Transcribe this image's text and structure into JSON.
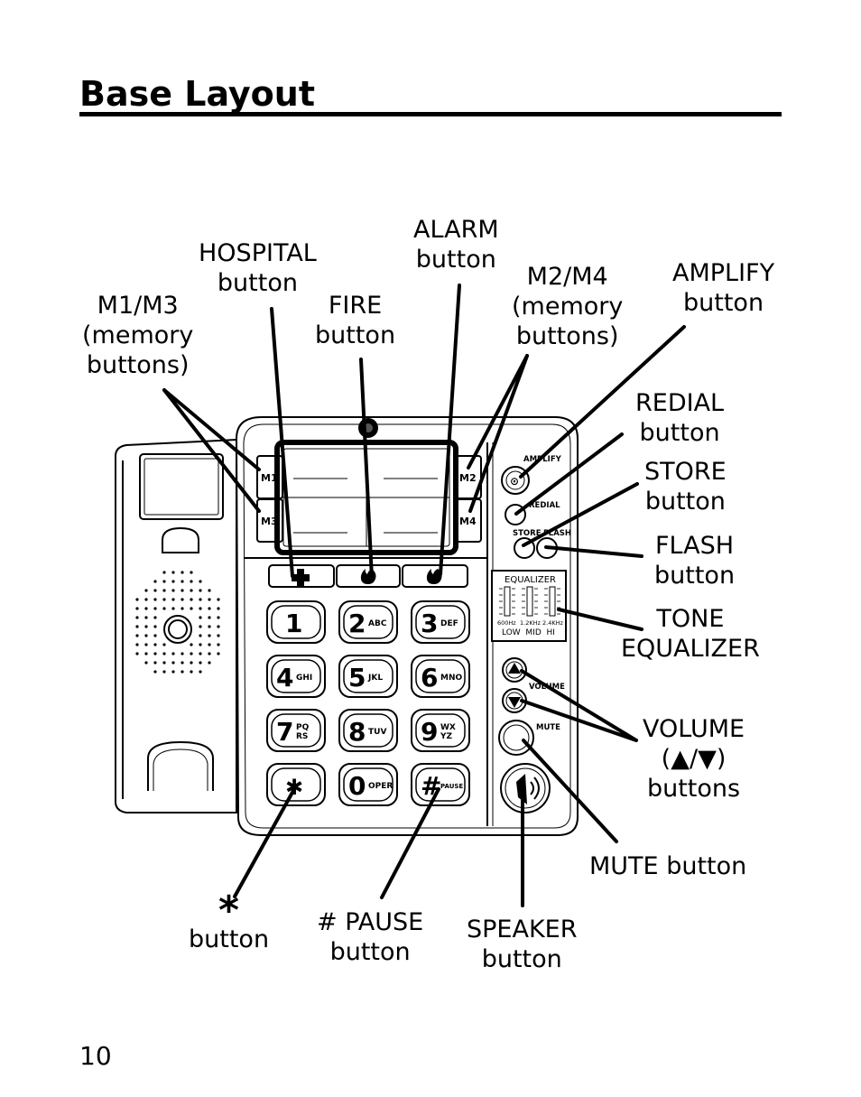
{
  "page": {
    "title": "Base Layout",
    "page_number": "10"
  },
  "callouts": {
    "hospital": [
      "HOSPITAL",
      "button"
    ],
    "alarm": [
      "ALARM",
      "button"
    ],
    "m2m4": [
      "M2/M4",
      "(memory",
      "buttons)"
    ],
    "amplify": [
      "AMPLIFY",
      "button"
    ],
    "m1m3": [
      "M1/M3",
      "(memory",
      "buttons)"
    ],
    "fire": [
      "FIRE",
      "button"
    ],
    "redial": [
      "REDIAL",
      "button"
    ],
    "store": [
      "STORE",
      "button"
    ],
    "flash": [
      "FLASH",
      "button"
    ],
    "tone": [
      "TONE",
      "EQUALIZER"
    ],
    "volume": [
      "VOLUME",
      "(▲/▼)",
      "buttons"
    ],
    "mute": [
      "MUTE button"
    ],
    "star": [
      "*",
      "button"
    ],
    "pause": [
      "# PAUSE",
      "button"
    ],
    "speaker": [
      "SPEAKER",
      "button"
    ]
  },
  "phone": {
    "memory_keys": [
      "M1",
      "M3",
      "M2",
      "M4"
    ],
    "side_labels": {
      "amplify": "AMPLIFY",
      "redial": "REDIAL",
      "store": "STORE",
      "flash": "FLASH",
      "volume": "VOLUME",
      "mute": "MUTE"
    },
    "equalizer": {
      "title": "EQUALIZER",
      "freqs": [
        "600Hz",
        "1.2KHz",
        "2.4KHz"
      ],
      "bands": "LOW  MID  HI"
    },
    "keypad": [
      {
        "digit": "1",
        "letters": ""
      },
      {
        "digit": "2",
        "letters": "ABC"
      },
      {
        "digit": "3",
        "letters": "DEF"
      },
      {
        "digit": "4",
        "letters": "GHI"
      },
      {
        "digit": "5",
        "letters": "JKL"
      },
      {
        "digit": "6",
        "letters": "MNO"
      },
      {
        "digit": "7",
        "letters": "PQ RS"
      },
      {
        "digit": "8",
        "letters": "TUV"
      },
      {
        "digit": "9",
        "letters": "WX YZ"
      },
      {
        "digit": "✱",
        "letters": ""
      },
      {
        "digit": "0",
        "letters": "OPER"
      },
      {
        "digit": "#",
        "letters": "PAUSE"
      }
    ]
  }
}
